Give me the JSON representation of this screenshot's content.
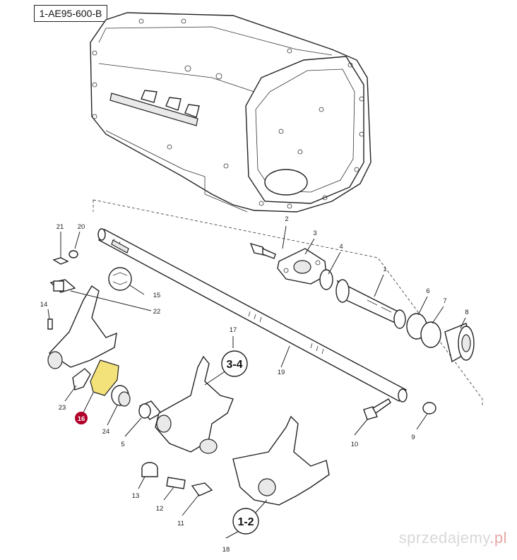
{
  "reference_code": "1-AE95-600-B",
  "watermark": {
    "text": "sprzedajemy",
    "suffix": ".pl"
  },
  "callouts": [
    {
      "id": "1",
      "num": "1"
    },
    {
      "id": "2",
      "num": "2"
    },
    {
      "id": "3",
      "num": "3"
    },
    {
      "id": "4",
      "num": "4"
    },
    {
      "id": "5",
      "num": "5"
    },
    {
      "id": "6",
      "num": "6"
    },
    {
      "id": "7",
      "num": "7"
    },
    {
      "id": "8",
      "num": "8"
    },
    {
      "id": "9",
      "num": "9"
    },
    {
      "id": "10",
      "num": "10"
    },
    {
      "id": "11",
      "num": "11"
    },
    {
      "id": "12",
      "num": "12"
    },
    {
      "id": "13",
      "num": "13"
    },
    {
      "id": "14",
      "num": "14"
    },
    {
      "id": "15",
      "num": "15"
    },
    {
      "id": "16",
      "num": "16",
      "highlight": true
    },
    {
      "id": "17",
      "num": "17"
    },
    {
      "id": "18",
      "num": "18"
    },
    {
      "id": "19",
      "num": "19"
    },
    {
      "id": "20",
      "num": "20"
    },
    {
      "id": "21",
      "num": "21"
    },
    {
      "id": "22",
      "num": "22"
    },
    {
      "id": "23",
      "num": "23"
    },
    {
      "id": "24",
      "num": "24"
    }
  ],
  "groups": [
    {
      "id": "g34",
      "label": "3-4"
    },
    {
      "id": "g12",
      "label": "1-2"
    }
  ],
  "colors": {
    "highlight_callout": "#b0002a",
    "highlight_part": "#f3e27a",
    "line": "#222222"
  }
}
